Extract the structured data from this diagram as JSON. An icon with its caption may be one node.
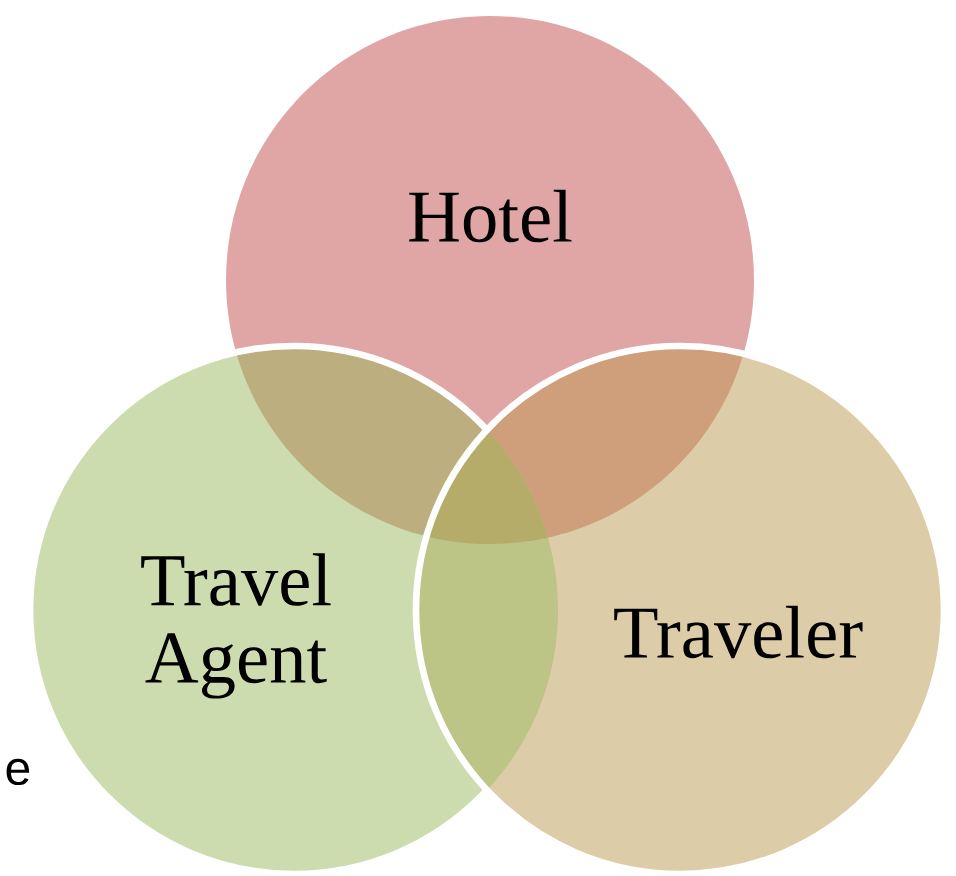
{
  "diagram": {
    "nodes": [
      {
        "text": [
          "Hotel"
        ]
      },
      {
        "text": [
          "Travel Agent"
        ]
      },
      {
        "text": [
          "Traveler"
        ]
      }
    ],
    "labels": [
      "e"
    ]
  }
}
